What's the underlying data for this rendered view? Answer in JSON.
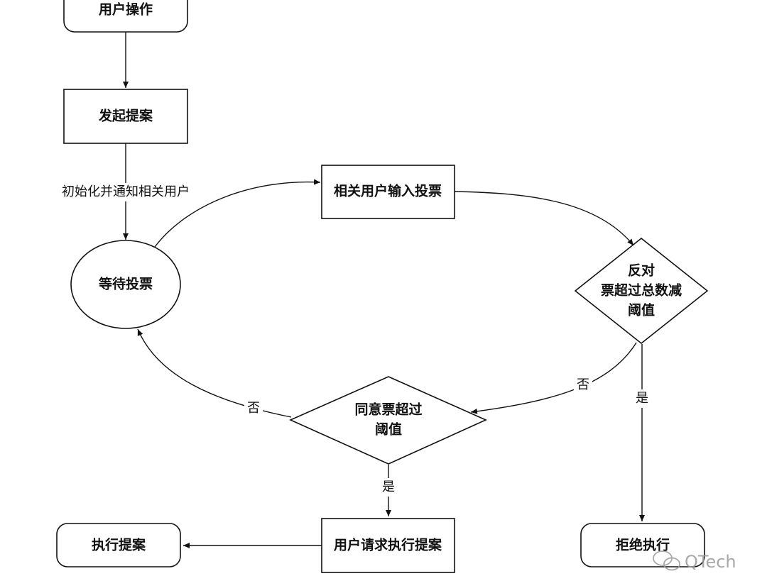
{
  "nodes": {
    "user_action": "用户操作",
    "initiate_proposal": "发起提案",
    "wait_vote": "等待投票",
    "input_vote": "相关用户输入投票",
    "oppose_check": [
      "反对",
      "票超过总数减",
      "阈值"
    ],
    "agree_check": [
      "同意票超过",
      "阈值"
    ],
    "request_execute": "用户请求执行提案",
    "execute": "执行提案",
    "reject": "拒绝执行"
  },
  "edges": {
    "init_notify": "初始化并通知相关用户",
    "agree_no": "否",
    "agree_yes": "是",
    "oppose_no": "否",
    "oppose_yes": "是"
  },
  "watermark": "QTech"
}
